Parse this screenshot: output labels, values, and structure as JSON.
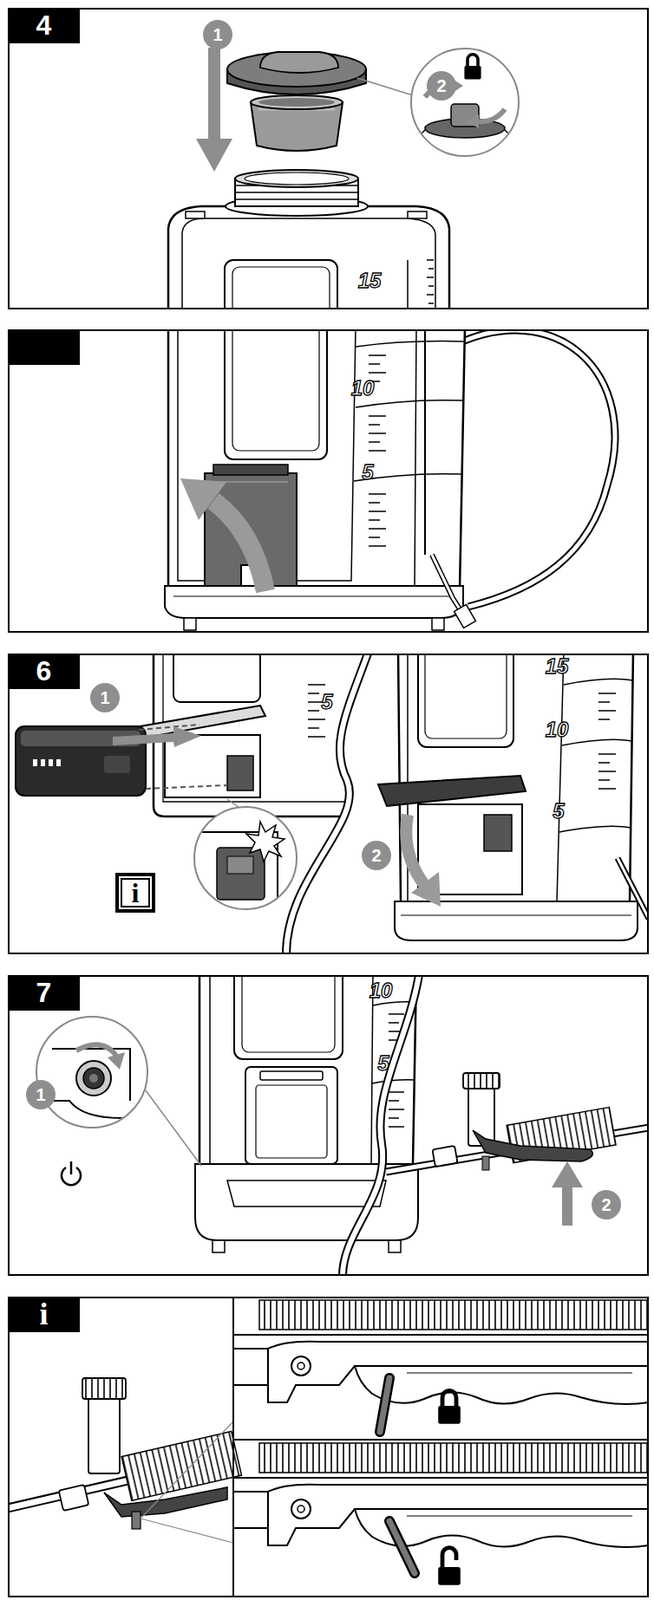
{
  "diagram": {
    "nodes": [
      {
        "text": [
          "4"
        ]
      },
      {
        "text": [
          "1"
        ],
        "in": 0
      },
      {
        "text": [
          "2"
        ],
        "in": 0
      },
      {
        "text": [
          "6"
        ]
      },
      {
        "text": [
          "1"
        ],
        "in": 3
      },
      {
        "text": [
          "i"
        ],
        "in": 3
      },
      {
        "text": [
          "2"
        ],
        "in": 3
      },
      {
        "text": [
          "7"
        ]
      },
      {
        "text": [
          "1"
        ],
        "in": 7
      },
      {
        "text": [
          "2"
        ],
        "in": 7
      },
      {
        "text": [
          "i"
        ]
      }
    ],
    "labels": [
      "15",
      "10",
      "5",
      "5",
      "15",
      "10",
      "5",
      "10",
      "5"
    ]
  }
}
